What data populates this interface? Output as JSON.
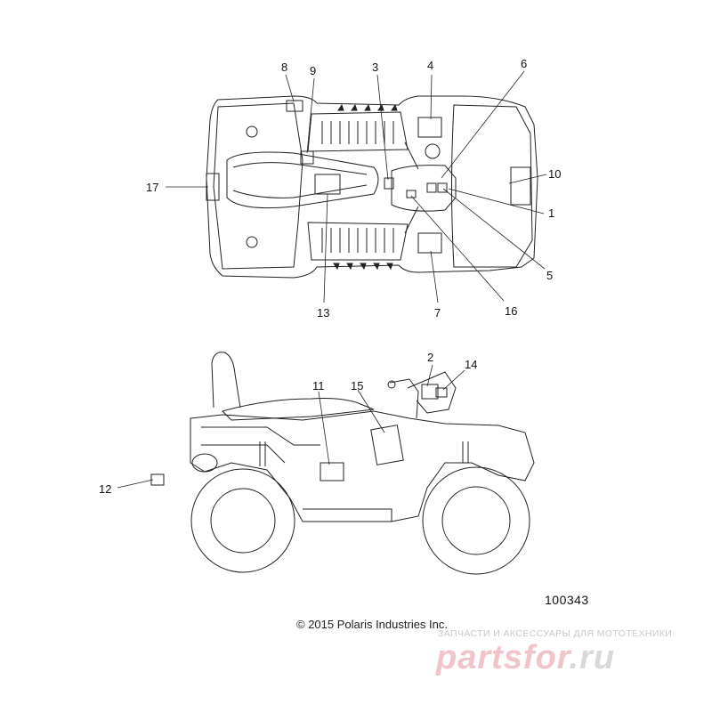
{
  "diagram": {
    "callouts": [
      "1",
      "2",
      "3",
      "4",
      "5",
      "6",
      "7",
      "8",
      "9",
      "10",
      "11",
      "12",
      "13",
      "14",
      "15",
      "16",
      "17"
    ],
    "part_number": "100343",
    "copyright": "© 2015  Polaris Industries Inc.",
    "watermark": {
      "tagline": "ЗАПЧАСТИ И АКСЕССУАРЫ ДЛЯ МОТОТЕХНИКИ",
      "logo_main": "partsfor",
      "logo_domain": ".ru"
    }
  }
}
